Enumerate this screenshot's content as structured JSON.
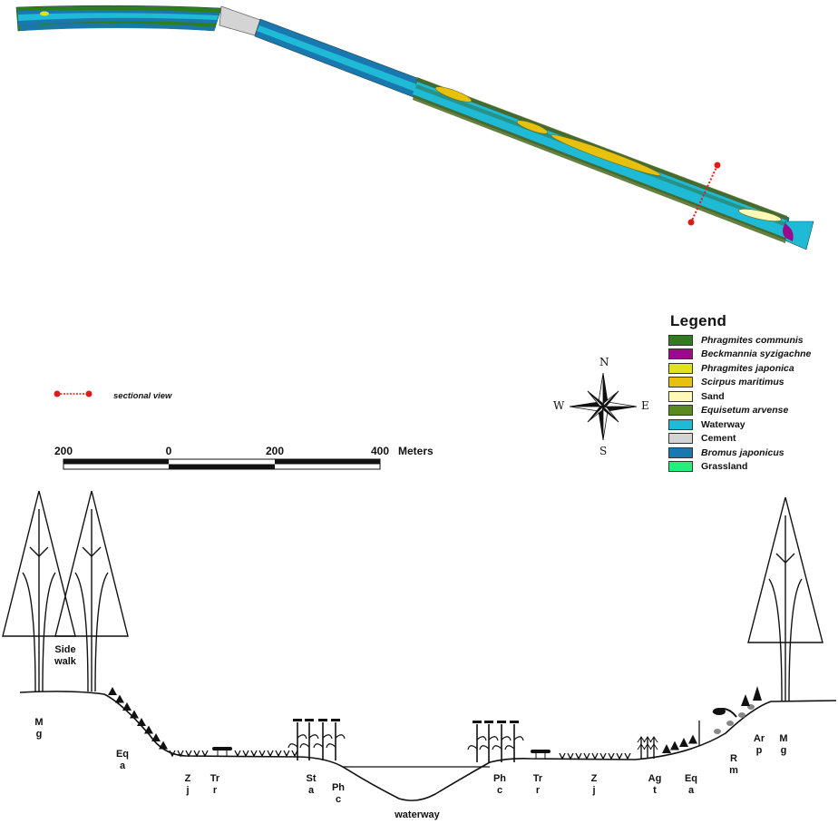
{
  "map": {
    "features": [
      {
        "type": "Cement",
        "segment": "upper-left bend"
      },
      {
        "type": "Waterway",
        "segment": "main channel"
      },
      {
        "type": "Scirpus maritimus",
        "segment": "mid-channel islands"
      },
      {
        "type": "Sand",
        "segment": "downstream island"
      },
      {
        "type": "Beckmannia syzigachne",
        "segment": "downstream end"
      }
    ],
    "section_line": {
      "label": "sectional view"
    }
  },
  "legend": {
    "title": "Legend",
    "items": [
      {
        "label": "Phragmites communis",
        "color": "#2e7d1e",
        "italic": true
      },
      {
        "label": "Beckmannia syzigachne",
        "color": "#9c0a8c",
        "italic": true
      },
      {
        "label": "Phragmites japonica",
        "color": "#e2e21c",
        "italic": true
      },
      {
        "label": "Scirpus maritimus",
        "color": "#e8c10e",
        "italic": true
      },
      {
        "label": "Sand",
        "color": "#fdf9b6",
        "italic": false
      },
      {
        "label": "Equisetum arvense",
        "color": "#5a8a1c",
        "italic": true
      },
      {
        "label": "Waterway",
        "color": "#1fbad6",
        "italic": false
      },
      {
        "label": "Cement",
        "color": "#d4d4d4",
        "italic": false
      },
      {
        "label": "Bromus japonicus",
        "color": "#1a78b0",
        "italic": true
      },
      {
        "label": "Grassland",
        "color": "#22f07a",
        "italic": false
      }
    ]
  },
  "sectional_view": {
    "label": "sectional view",
    "color": "#e01b1b"
  },
  "scale_bar": {
    "ticks": [
      "200",
      "0",
      "200",
      "400"
    ],
    "units": "Meters"
  },
  "compass": {
    "n": "N",
    "s": "S",
    "e": "E",
    "w": "W"
  },
  "cross_section": {
    "labels": [
      {
        "id": "mg-left",
        "text": "M\ng"
      },
      {
        "id": "sidewalk",
        "text": "Side\nwalk"
      },
      {
        "id": "eqa-left",
        "text": "Eq\na"
      },
      {
        "id": "zj-left",
        "text": "Z\nj"
      },
      {
        "id": "trr-left",
        "text": "Tr\nr"
      },
      {
        "id": "sta",
        "text": "St\na"
      },
      {
        "id": "phc-left",
        "text": "Ph\nc"
      },
      {
        "id": "waterway",
        "text": "waterway"
      },
      {
        "id": "phc-right",
        "text": "Ph\nc"
      },
      {
        "id": "trr-right",
        "text": "Tr\nr"
      },
      {
        "id": "zj-right",
        "text": "Z\nj"
      },
      {
        "id": "agt",
        "text": "Ag\nt"
      },
      {
        "id": "eqa-right",
        "text": "Eq\na"
      },
      {
        "id": "rm",
        "text": "R\nm"
      },
      {
        "id": "arp",
        "text": "Ar\np"
      },
      {
        "id": "mg-right",
        "text": "M\ng"
      }
    ]
  }
}
